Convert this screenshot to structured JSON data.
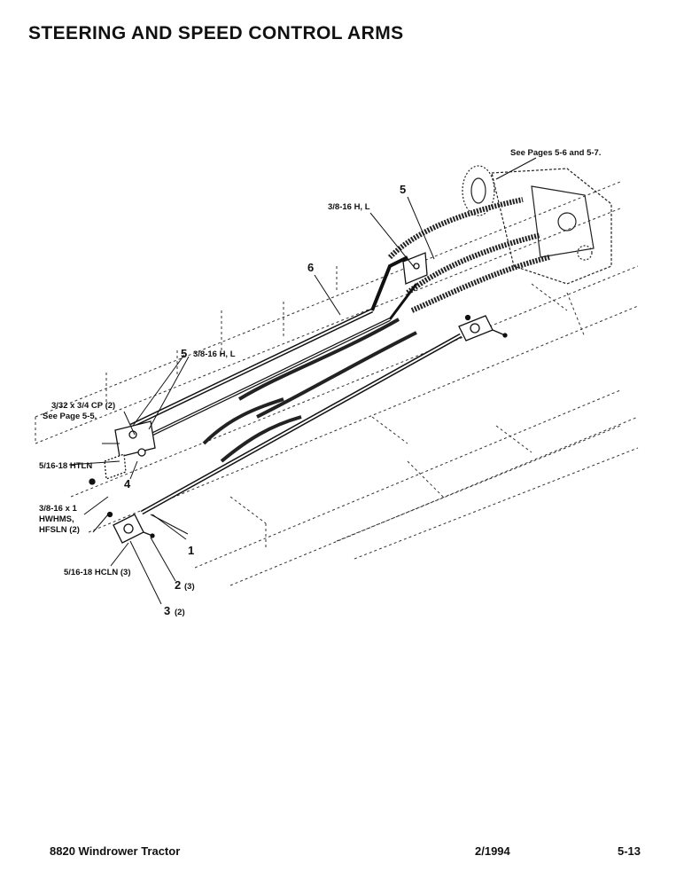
{
  "page": {
    "title": "STEERING AND SPEED CONTROL ARMS"
  },
  "callouts": {
    "see_pages": "See Pages 5-6 and 5-7.",
    "item5_top": "5",
    "hl_top": "3/8-16 H, L",
    "item6": "6",
    "item5_mid": "5",
    "hl_mid": "3/8-16 H, L",
    "cp": "3/32 x 3/4 CP (2)",
    "see_page": "See Page 5-5.",
    "htln": "5/16-18 HTLN",
    "item4": "4",
    "hwhms_1": "3/8-16 x 1",
    "hwhms_2": "HWHMS,",
    "hwhms_3": "HFSLN (2)",
    "item1": "1",
    "hcln": "5/16-18 HCLN (3)",
    "item2": "2",
    "item2_qty": "(3)",
    "item3": "3",
    "item3_qty": "(2)"
  },
  "footer": {
    "model": "8820 Windrower Tractor",
    "date": "2/1994",
    "page_number": "5-13"
  }
}
